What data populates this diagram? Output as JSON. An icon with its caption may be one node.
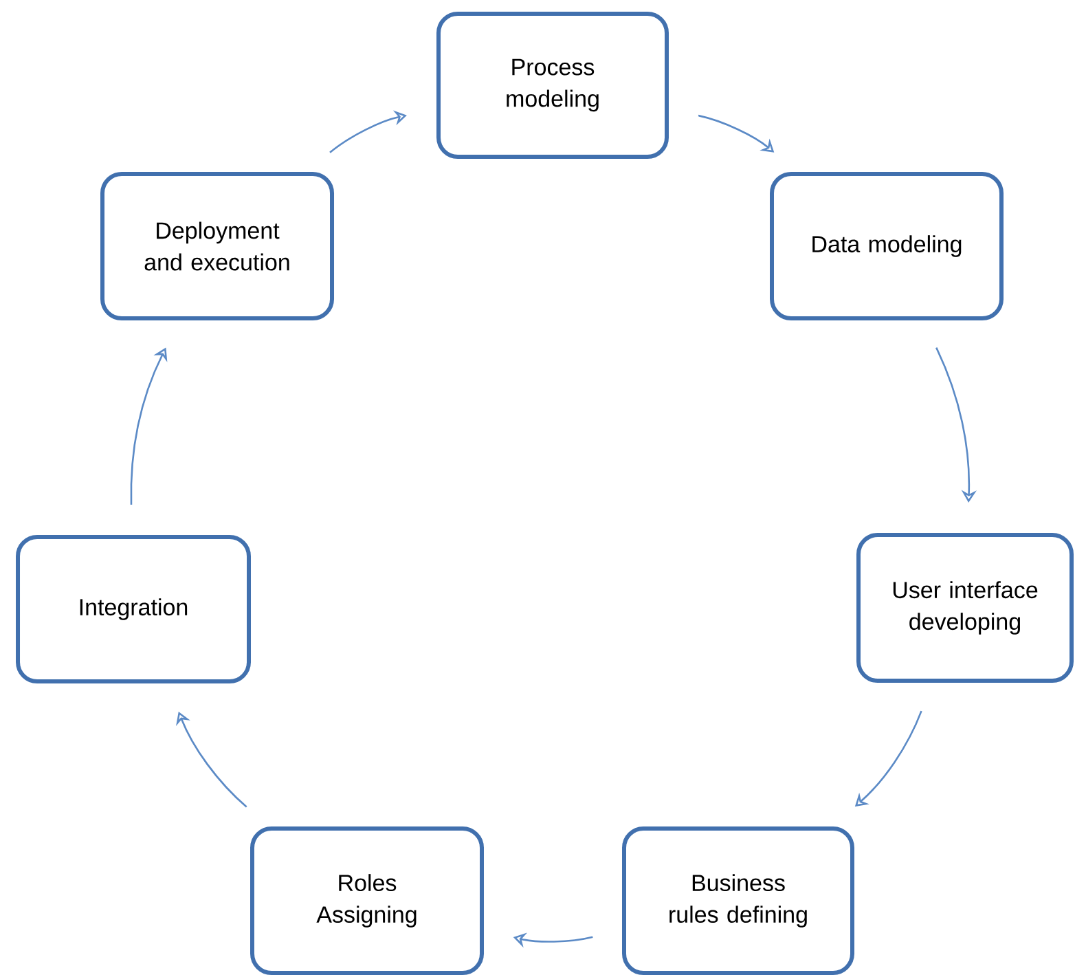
{
  "diagram": {
    "nodes": [
      {
        "text": [
          "Process modeling"
        ]
      },
      {
        "text": [
          "Data modeling"
        ]
      },
      {
        "text": [
          "User interface developing"
        ]
      },
      {
        "text": [
          "Business rules defining"
        ]
      },
      {
        "text": [
          "Roles Assigning"
        ]
      },
      {
        "text": [
          "Integration"
        ]
      },
      {
        "text": [
          "Deployment and execution"
        ]
      }
    ],
    "edges": [
      {
        "from": 0,
        "to": 1,
        "arrow": "to"
      },
      {
        "from": 1,
        "to": 2,
        "arrow": "to"
      },
      {
        "from": 2,
        "to": 3,
        "arrow": "to"
      },
      {
        "from": 3,
        "to": 4,
        "arrow": "to"
      },
      {
        "from": 4,
        "to": 5,
        "arrow": "to"
      },
      {
        "from": 5,
        "to": 6,
        "arrow": "to"
      },
      {
        "from": 6,
        "to": 0,
        "arrow": "to"
      }
    ]
  }
}
